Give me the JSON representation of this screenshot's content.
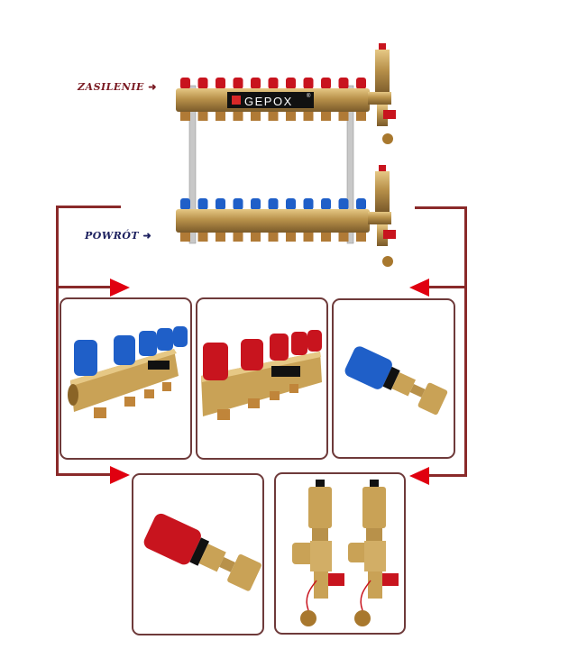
{
  "labels": {
    "supply": "ZASILENIE",
    "return": "POWRÓT"
  },
  "brand": {
    "name": "GEPOX",
    "registered_mark": "®"
  },
  "colors": {
    "supply_knob": "#c8141e",
    "return_knob": "#1f5fc8",
    "brass": "#c9a256",
    "frame": "#6e3a3a",
    "arrow": "#e00010",
    "connector": "#8a2a2a"
  },
  "main_manifold": {
    "outlets": 11,
    "supply_bar_label": "ZASILENIE",
    "return_bar_label": "POWRÓT"
  },
  "panels": [
    {
      "name": "return-manifold-section",
      "description": "brass manifold with blue caps",
      "caps": 5,
      "cap_color": "blue"
    },
    {
      "name": "supply-manifold-section",
      "description": "brass manifold with red caps",
      "caps": 5,
      "cap_color": "red"
    },
    {
      "name": "blue-valve-insert",
      "description": "blue flow valve insert"
    },
    {
      "name": "red-valve-insert",
      "description": "red flow valve insert"
    },
    {
      "name": "end-fittings",
      "description": "air vent end fittings with drain valves",
      "count": 2
    }
  ]
}
